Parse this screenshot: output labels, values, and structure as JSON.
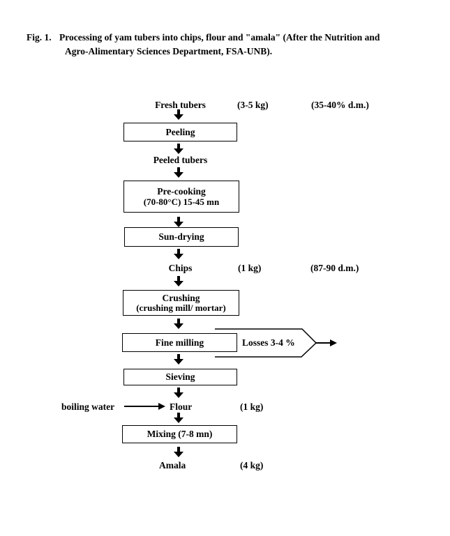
{
  "figure": {
    "fig_label": "Fig. 1.",
    "caption_line1": "Processing of yam tubers into chips, flour and \"amala\" (After the Nutrition and",
    "caption_line2": "Agro-Alimentary Sciences Department, FSA-UNB)."
  },
  "flow": {
    "fresh_tubers": {
      "label": "Fresh tubers",
      "weight": "(3-5 kg)",
      "dm": "(35-40% d.m.)"
    },
    "peeling": {
      "label": "Peeling"
    },
    "peeled_tubers": {
      "label": "Peeled tubers"
    },
    "precooking": {
      "line1": "Pre-cooking",
      "line2": "(70-80°C) 15-45 mn"
    },
    "sundrying": {
      "label": "Sun-drying"
    },
    "chips": {
      "label": "Chips",
      "weight": "(1 kg)",
      "dm": "(87-90 d.m.)"
    },
    "crushing": {
      "line1": "Crushing",
      "line2": "(crushing mill/ mortar)"
    },
    "fine_milling": {
      "label": "Fine milling"
    },
    "losses": {
      "label": "Losses 3-4 %"
    },
    "sieving": {
      "label": "Sieving"
    },
    "boiling_water": {
      "label": "boiling water"
    },
    "flour": {
      "label": "Flour",
      "weight": "(1 kg)"
    },
    "mixing": {
      "label": "Mixing (7-8 mn)"
    },
    "amala": {
      "label": "Amala",
      "weight": "(4 kg)"
    }
  },
  "colors": {
    "ink": "#000000",
    "paper": "#ffffff"
  }
}
